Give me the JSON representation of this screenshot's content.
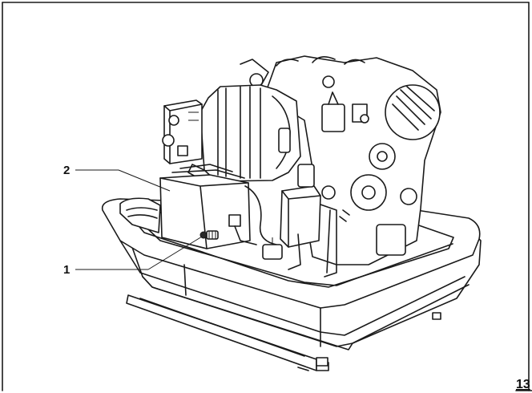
{
  "figure": {
    "callouts": [
      {
        "label": "1"
      },
      {
        "label": "2"
      }
    ],
    "figure_number": "13"
  }
}
